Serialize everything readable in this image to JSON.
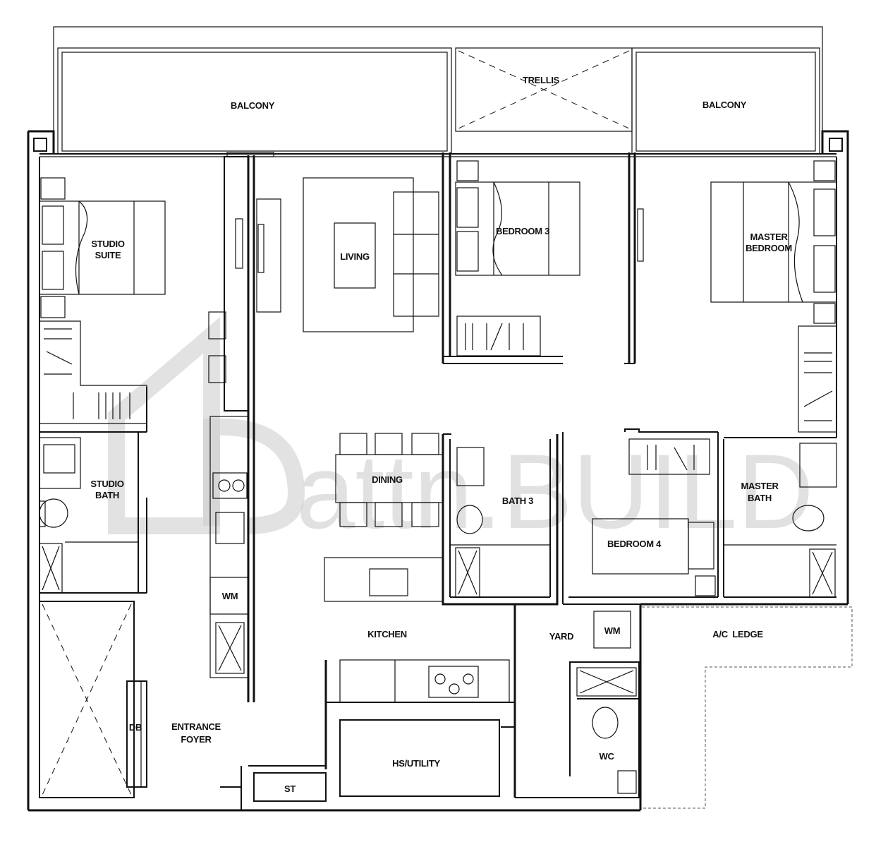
{
  "rooms": {
    "balcony_left": "BALCONY",
    "trellis": "TRELLIS",
    "balcony_right": "BALCONY",
    "studio_suite_line1": "STUDIO",
    "studio_suite_line2": "SUITE",
    "living": "LIVING",
    "bedroom_3": "BEDROOM 3",
    "master_bedroom_line1": "MASTER",
    "master_bedroom_line2": "BEDROOM",
    "studio_bath_line1": "STUDIO",
    "studio_bath_line2": "BATH",
    "dining": "DINING",
    "bath_3": "BATH 3",
    "bedroom_4": "BEDROOM 4",
    "master_bath_line1": "MASTER",
    "master_bath_line2": "BATH",
    "wm_left": "WM",
    "kitchen": "KITCHEN",
    "yard": "YARD",
    "wm_yard": "WM",
    "ac_ledge": "A/C  LEDGE",
    "db": "DB",
    "entrance_line1": "ENTRANCE",
    "entrance_line2": "FOYER",
    "hs_utility": "HS/UTILITY",
    "wc": "WC",
    "st": "ST"
  },
  "watermark": {
    "text": "attn.BUILD"
  }
}
